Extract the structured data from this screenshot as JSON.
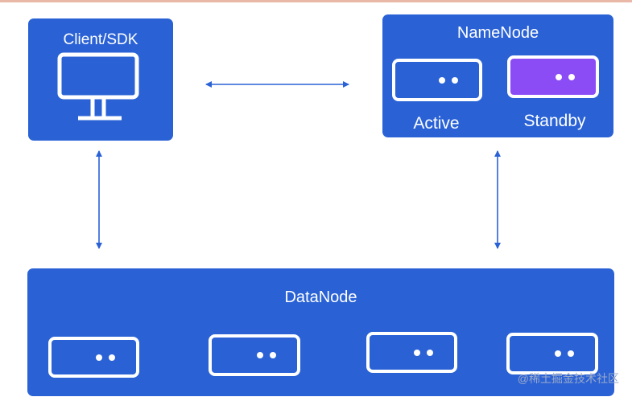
{
  "client": {
    "title": "Client/SDK"
  },
  "namenode": {
    "title": "NameNode",
    "active_label": "Active",
    "standby_label": "Standby"
  },
  "datanode": {
    "title": "DataNode"
  },
  "watermark": "@稀土掘金技术社区",
  "colors": {
    "box": "#2a62d6",
    "standby": "#8b4cf6",
    "arrow": "#2a62d6"
  }
}
